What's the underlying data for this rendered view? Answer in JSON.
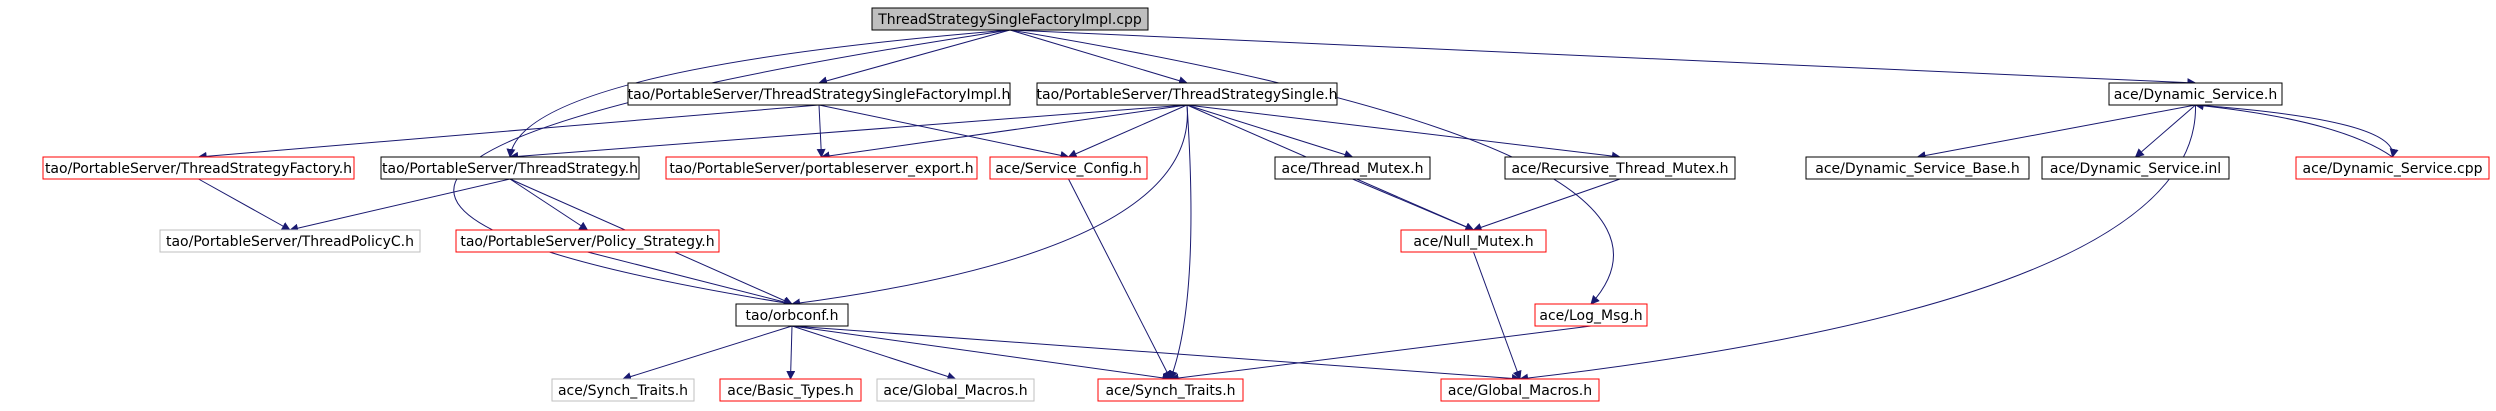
{
  "diagram": {
    "type": "include-dependency-graph",
    "colors": {
      "root_fill": "#bfbfbf",
      "node_border_black": "#000000",
      "node_border_red": "#ff0000",
      "node_border_gray": "#bfbfbf",
      "edge": "#191970",
      "text": "#000000"
    },
    "nodes": [
      {
        "id": "root",
        "label": "ThreadStrategySingleFactoryImpl.cpp",
        "style": "root"
      },
      {
        "id": "tsfi",
        "label": "tao/PortableServer/ThreadStrategySingleFactoryImpl.h",
        "style": "black"
      },
      {
        "id": "tss",
        "label": "tao/PortableServer/ThreadStrategySingle.h",
        "style": "black"
      },
      {
        "id": "ds",
        "label": "ace/Dynamic_Service.h",
        "style": "black"
      },
      {
        "id": "tsf",
        "label": "tao/PortableServer/ThreadStrategyFactory.h",
        "style": "red"
      },
      {
        "id": "ts",
        "label": "tao/PortableServer/ThreadStrategy.h",
        "style": "black"
      },
      {
        "id": "pse",
        "label": "tao/PortableServer/portableserver_export.h",
        "style": "red"
      },
      {
        "id": "sc",
        "label": "ace/Service_Config.h",
        "style": "red"
      },
      {
        "id": "tm",
        "label": "ace/Thread_Mutex.h",
        "style": "black"
      },
      {
        "id": "rtm",
        "label": "ace/Recursive_Thread_Mutex.h",
        "style": "black"
      },
      {
        "id": "dsb",
        "label": "ace/Dynamic_Service_Base.h",
        "style": "black"
      },
      {
        "id": "dsi",
        "label": "ace/Dynamic_Service.inl",
        "style": "black"
      },
      {
        "id": "dscpp",
        "label": "ace/Dynamic_Service.cpp",
        "style": "red"
      },
      {
        "id": "tpc",
        "label": "tao/PortableServer/ThreadPolicyC.h",
        "style": "gray"
      },
      {
        "id": "ps",
        "label": "tao/PortableServer/Policy_Strategy.h",
        "style": "red"
      },
      {
        "id": "nm",
        "label": "ace/Null_Mutex.h",
        "style": "red"
      },
      {
        "id": "orb",
        "label": "tao/orbconf.h",
        "style": "black"
      },
      {
        "id": "lm",
        "label": "ace/Log_Msg.h",
        "style": "red"
      },
      {
        "id": "st1",
        "label": "ace/Synch_Traits.h",
        "style": "gray"
      },
      {
        "id": "bt",
        "label": "ace/Basic_Types.h",
        "style": "red"
      },
      {
        "id": "gm1",
        "label": "ace/Global_Macros.h",
        "style": "gray"
      },
      {
        "id": "st2",
        "label": "ace/Synch_Traits.h",
        "style": "red"
      },
      {
        "id": "gm2",
        "label": "ace/Global_Macros.h",
        "style": "red"
      }
    ],
    "edges": [
      [
        "root",
        "tsfi"
      ],
      [
        "root",
        "tss"
      ],
      [
        "root",
        "ds"
      ],
      [
        "root",
        "ts"
      ],
      [
        "root",
        "orb"
      ],
      [
        "root",
        "lm"
      ],
      [
        "tsfi",
        "tsf"
      ],
      [
        "tsfi",
        "pse"
      ],
      [
        "tsfi",
        "sc"
      ],
      [
        "tss",
        "ts"
      ],
      [
        "tss",
        "pse"
      ],
      [
        "tss",
        "sc"
      ],
      [
        "tss",
        "tm"
      ],
      [
        "tss",
        "rtm"
      ],
      [
        "tss",
        "nm"
      ],
      [
        "tss",
        "orb"
      ],
      [
        "tss",
        "st2"
      ],
      [
        "ds",
        "dsb"
      ],
      [
        "ds",
        "dsi"
      ],
      [
        "ds",
        "dscpp"
      ],
      [
        "ds",
        "gm2"
      ],
      [
        "dscpp",
        "ds"
      ],
      [
        "tsf",
        "tpc"
      ],
      [
        "ts",
        "tpc"
      ],
      [
        "ts",
        "ps"
      ],
      [
        "ts",
        "orb"
      ],
      [
        "ps",
        "orb"
      ],
      [
        "sc",
        "st2"
      ],
      [
        "tm",
        "nm"
      ],
      [
        "rtm",
        "nm"
      ],
      [
        "nm",
        "gm2"
      ],
      [
        "lm",
        "st2"
      ],
      [
        "orb",
        "st1"
      ],
      [
        "orb",
        "bt"
      ],
      [
        "orb",
        "gm1"
      ],
      [
        "orb",
        "st2"
      ],
      [
        "orb",
        "gm2"
      ]
    ]
  }
}
